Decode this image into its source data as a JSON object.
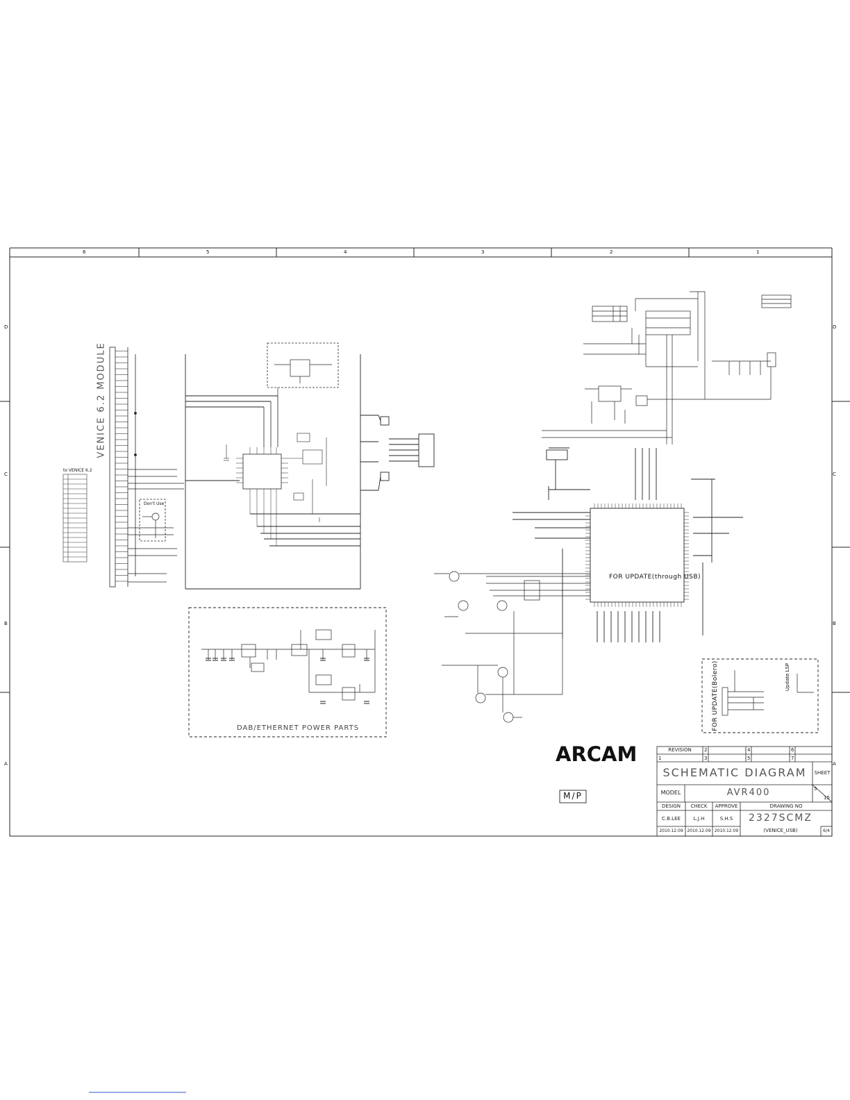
{
  "zones_top": [
    "6",
    "5",
    "4",
    "3",
    "2",
    "1"
  ],
  "zones_side": [
    "D",
    "C",
    "B",
    "A"
  ],
  "module_label": "VENICE 6.2 MODULE",
  "connector_table_title": "to VENICE 6.2",
  "dont_use_label": "Don't Use",
  "dab_box_label": "DAB/ETHERNET POWER PARTS",
  "update_usb_label": "FOR UPDATE(through USB)",
  "update_bolero_label": "FOR UPDATE(Bolero)",
  "update_lsp_label": "Update LSP",
  "brand_logo": "ARCAM",
  "mp_badge": "M/P",
  "title_block": {
    "revision_label": "REVISION",
    "rev_numbers": [
      "1",
      "2",
      "3",
      "4",
      "5",
      "6",
      "7"
    ],
    "title": "SCHEMATIC DIAGRAM",
    "sheet_label": "SHEET",
    "sheet_num": "5",
    "sheet_total": "15",
    "model_label": "MODEL",
    "model": "AVR400",
    "design_label": "DESIGN",
    "check_label": "CHECK",
    "approve_label": "APPROVE",
    "drawing_no_label": "DRAWING NO",
    "designer": "C.B.LEE",
    "checker": "L.J.H",
    "approver": "S.H.S",
    "date_design": "2010.12.09",
    "date_check": "2010.12.09",
    "date_approve": "2010.12.09",
    "drawing_no": "2327SCMZ",
    "drawing_sub": "(VENICE_USB)",
    "page": "6/4"
  }
}
